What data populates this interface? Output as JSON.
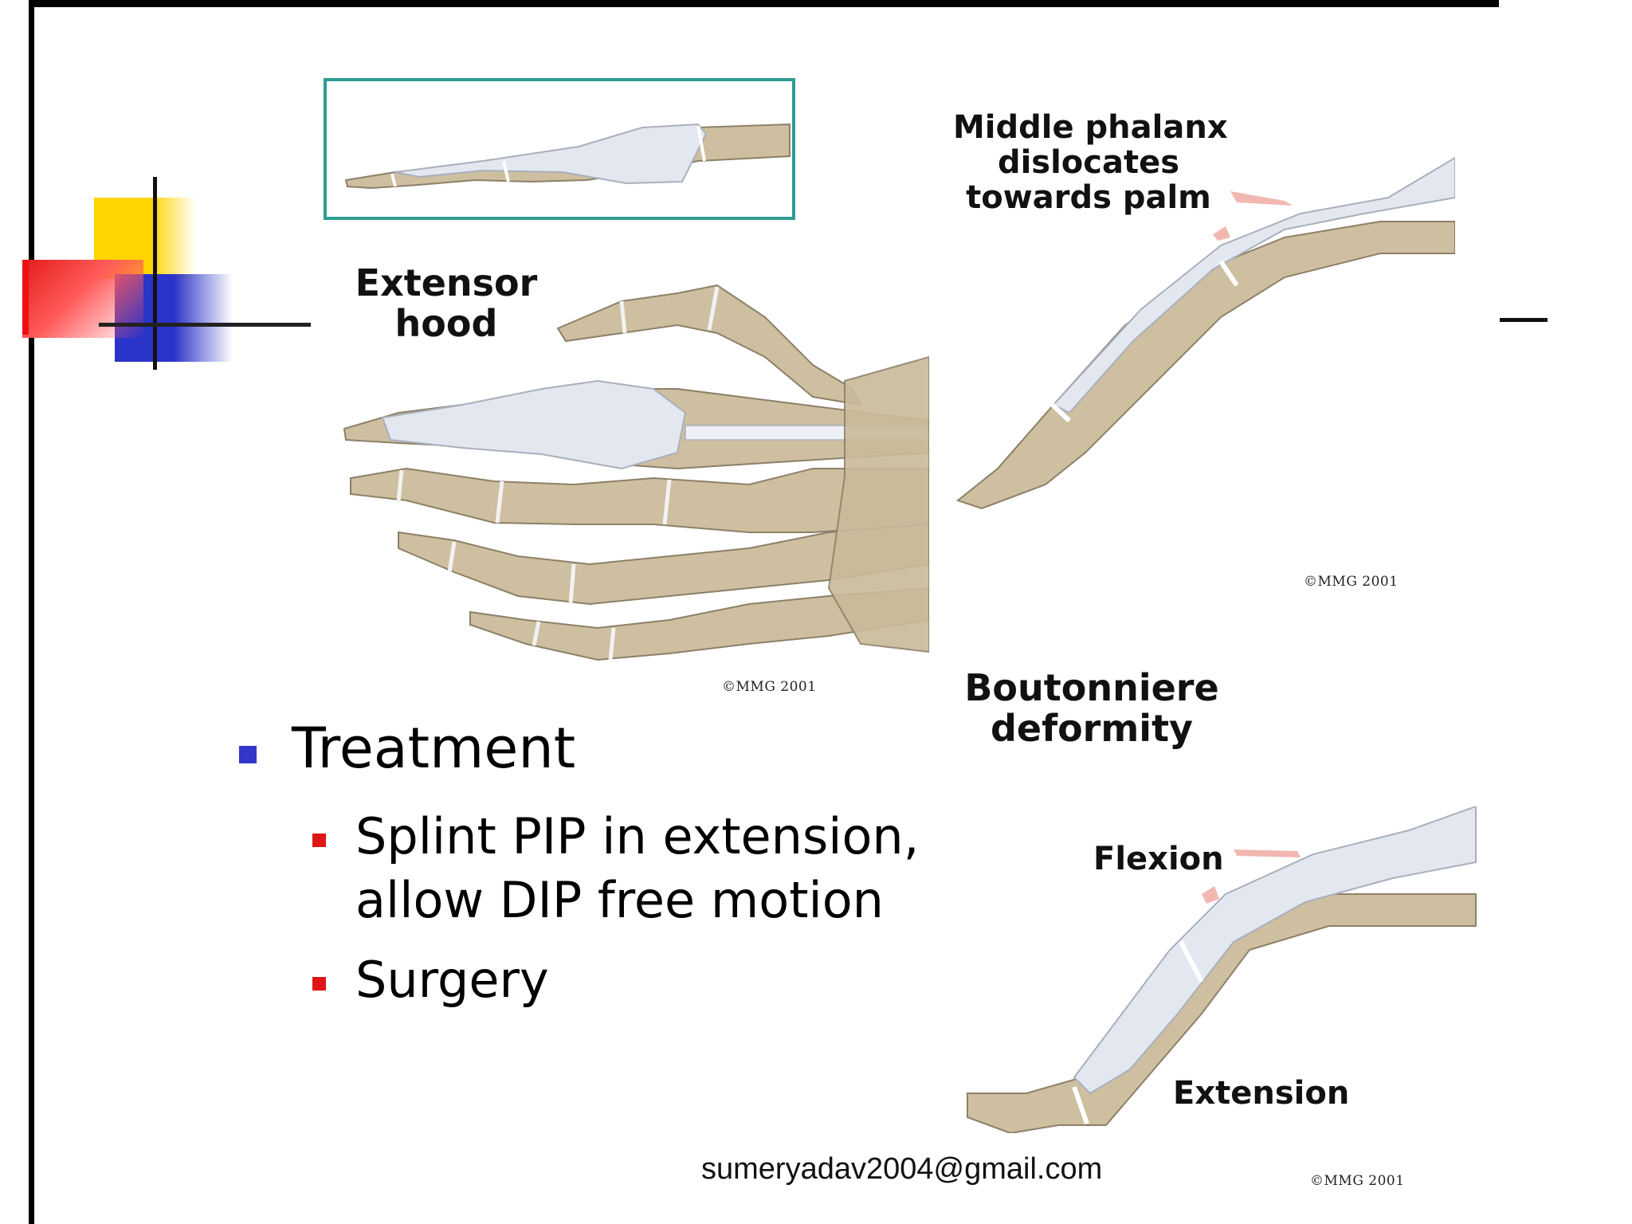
{
  "labels": {
    "extensor_hood": "Extensor\nhood",
    "middle_phalanx": "Middle phalanx\ndislocates\ntowards palm",
    "boutonniere": "Boutonniere\ndeformity",
    "flexion": "Flexion",
    "extension": "Extension"
  },
  "copyrights": {
    "hand": "©MMG 2001",
    "finger_top": "©MMG 2001",
    "finger_bottom": "©MMG 2001"
  },
  "bullets": {
    "main": "Treatment",
    "sub1_line1": "Splint PIP in extension,",
    "sub1_line2": "allow DIP free motion",
    "sub2": "Surgery"
  },
  "footer": {
    "email": "sumeryadav2004@gmail.com"
  },
  "colors": {
    "bone": "#cdbf9f",
    "tendon": "#dde3ee",
    "inset_border": "#2e9c93",
    "bullet_main": "#3336c9",
    "bullet_sub": "#e01515"
  }
}
